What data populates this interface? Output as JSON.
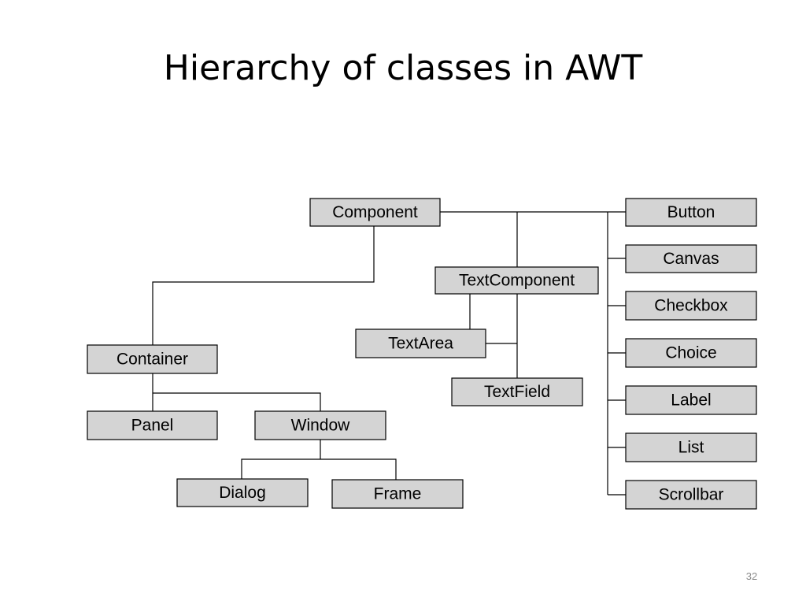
{
  "slide": {
    "title": "Hierarchy of classes in AWT",
    "page_number": "32"
  },
  "diagram": {
    "nodes": {
      "component": "Component",
      "container": "Container",
      "panel": "Panel",
      "window": "Window",
      "dialog": "Dialog",
      "frame": "Frame",
      "text_component": "TextComponent",
      "text_area": "TextArea",
      "text_field": "TextField",
      "button": "Button",
      "canvas": "Canvas",
      "checkbox": "Checkbox",
      "choice": "Choice",
      "label": "Label",
      "list": "List",
      "scrollbar": "Scrollbar"
    },
    "edges": [
      [
        "component",
        "container"
      ],
      [
        "component",
        "text_component"
      ],
      [
        "component",
        "button"
      ],
      [
        "component",
        "canvas"
      ],
      [
        "component",
        "checkbox"
      ],
      [
        "component",
        "choice"
      ],
      [
        "component",
        "label"
      ],
      [
        "component",
        "list"
      ],
      [
        "component",
        "scrollbar"
      ],
      [
        "container",
        "panel"
      ],
      [
        "container",
        "window"
      ],
      [
        "window",
        "dialog"
      ],
      [
        "window",
        "frame"
      ],
      [
        "text_component",
        "text_area"
      ],
      [
        "text_component",
        "text_field"
      ]
    ]
  }
}
